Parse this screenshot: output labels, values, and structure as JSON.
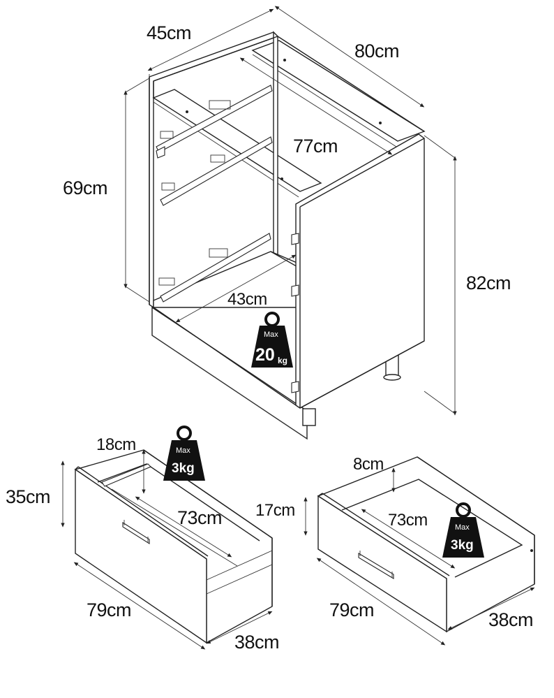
{
  "cabinet": {
    "depth_label": "45cm",
    "width_label": "80cm",
    "inner_width_label": "77cm",
    "inner_height_label": "69cm",
    "total_height_label": "82cm",
    "inner_depth_label": "43cm",
    "max_load": {
      "max": "Max",
      "value": "20",
      "unit": "kg"
    }
  },
  "deep_drawer": {
    "height_label": "35cm",
    "inner_height_label": "18cm",
    "inner_width_label": "73cm",
    "width_label": "79cm",
    "depth_label": "38cm",
    "max_load": {
      "max": "Max",
      "value": "3kg"
    }
  },
  "shallow_drawer": {
    "height_label": "17cm",
    "inner_height_label": "8cm",
    "inner_width_label": "73cm",
    "width_label": "79cm",
    "depth_label": "38cm",
    "max_load": {
      "max": "Max",
      "value": "3kg"
    }
  }
}
